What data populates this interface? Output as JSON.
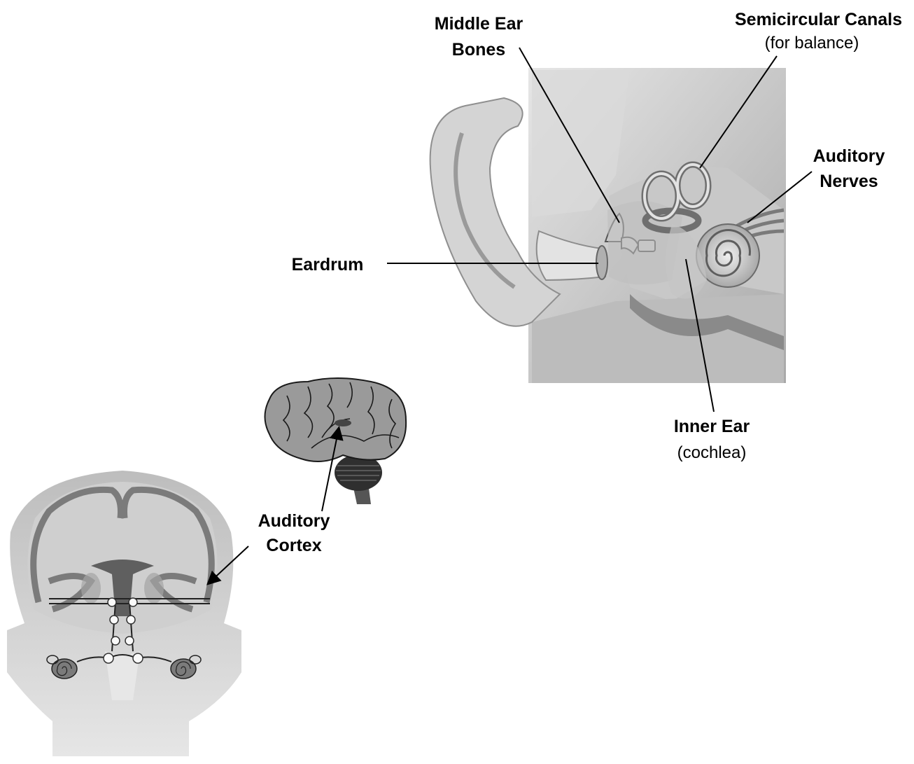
{
  "labels": {
    "middle_ear": {
      "line1": "Middle Ear",
      "line2": "Bones"
    },
    "semicircular": {
      "title": "Semicircular Canals",
      "sub": "(for balance)"
    },
    "auditory_nerves": {
      "line1": "Auditory",
      "line2": "Nerves"
    },
    "eardrum": {
      "text": "Eardrum"
    },
    "inner_ear": {
      "title": "Inner Ear",
      "sub": "(cochlea)"
    },
    "auditory_cortex": {
      "line1": "Auditory",
      "line2": "Cortex"
    }
  }
}
